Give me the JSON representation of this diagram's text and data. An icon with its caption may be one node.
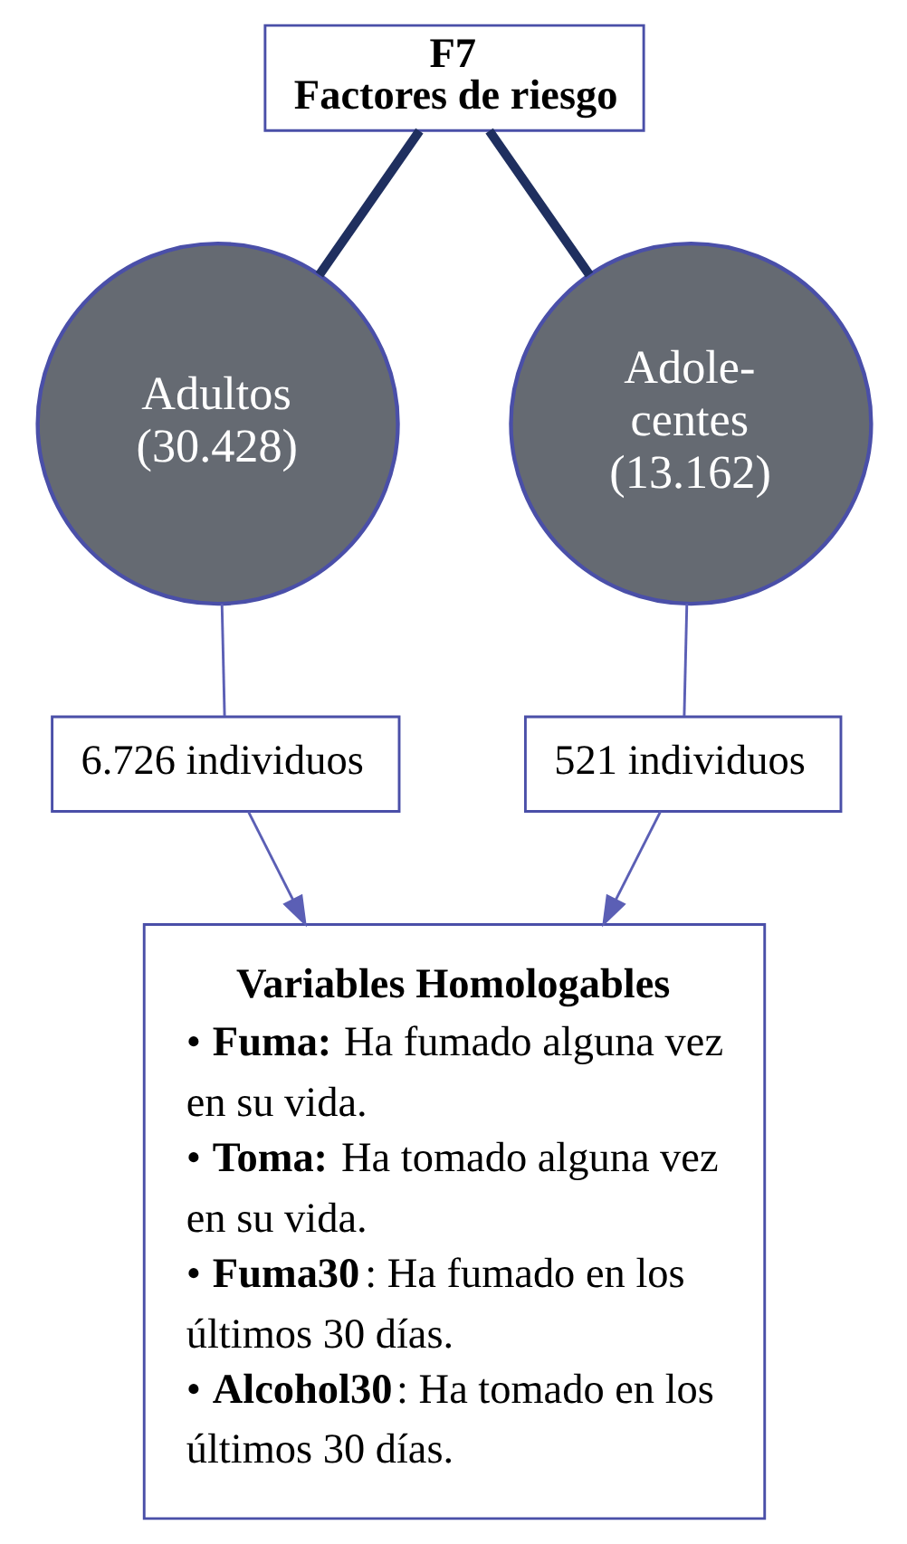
{
  "diagram": {
    "nodes": [
      {
        "text": [
          "F7",
          "Factores de riesgo"
        ]
      },
      {
        "text": [
          "Adultos (30.428)"
        ]
      },
      {
        "text": [
          "Adole- centes (13.162)"
        ]
      },
      {
        "text": [
          "6.726 individuos"
        ]
      },
      {
        "text": [
          "521 individuos"
        ]
      },
      {
        "text": [
          "Variables Homologables",
          "• **Fuma:** Ha fumado alguna vez en su vida.",
          "• **Toma:** Ha tomado alguna vez en su vida.",
          "• **Fuma30**: Ha fumado en los últimos 30 días.",
          "• **Alcohol30**: Ha tomado en los últimos 30 días."
        ]
      }
    ],
    "edges": [
      {
        "from": 0,
        "to": 1,
        "arrow": "none",
        "style": "thick",
        "color": "#1f2f5f"
      },
      {
        "from": 0,
        "to": 2,
        "arrow": "none",
        "style": "thick",
        "color": "#1f2f5f"
      },
      {
        "from": 1,
        "to": 3,
        "arrow": "none"
      },
      {
        "from": 2,
        "to": 4,
        "arrow": "none"
      },
      {
        "from": 3,
        "to": 5,
        "arrow": "to"
      },
      {
        "from": 4,
        "to": 5,
        "arrow": "to"
      }
    ]
  }
}
